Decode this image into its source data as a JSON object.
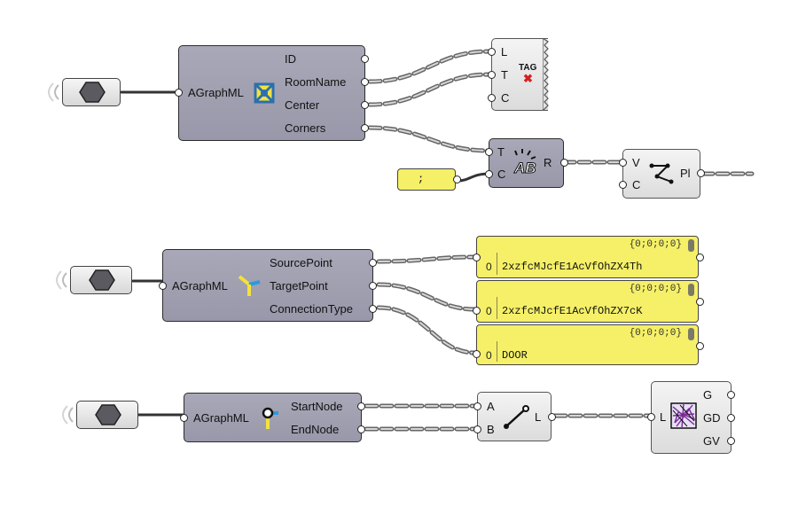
{
  "group1": {
    "component_name": "AGraphML",
    "outputs": [
      "ID",
      "RoomName",
      "Center",
      "Corners"
    ],
    "tag_node": {
      "inputs": [
        "L",
        "T",
        "C"
      ],
      "icon_text": "TAG"
    },
    "text_node": {
      "inputs": [
        "T",
        "C"
      ],
      "output": "R"
    },
    "separator_panel": ";",
    "polyline_node": {
      "inputs": [
        "V",
        "C"
      ],
      "output": "Pl"
    }
  },
  "group2": {
    "component_name": "AGraphML",
    "outputs": [
      "SourcePoint",
      "TargetPoint",
      "ConnectionType"
    ],
    "panels": [
      {
        "header": "{0;0;0;0}",
        "index": "0",
        "value": "2xzfcMJcfE1AcVfOhZX4Th"
      },
      {
        "header": "{0;0;0;0}",
        "index": "0",
        "value": "2xzfcMJcfE1AcVfOhZX7cK"
      },
      {
        "header": "{0;0;0;0}",
        "index": "0",
        "value": "DOOR"
      }
    ]
  },
  "group3": {
    "component_name": "AGraphML",
    "outputs": [
      "StartNode",
      "EndNode"
    ],
    "line_node": {
      "inputs": [
        "A",
        "B"
      ],
      "output": "L"
    },
    "graph_node": {
      "input": "L",
      "outputs": [
        "G",
        "GD",
        "GV"
      ]
    }
  }
}
